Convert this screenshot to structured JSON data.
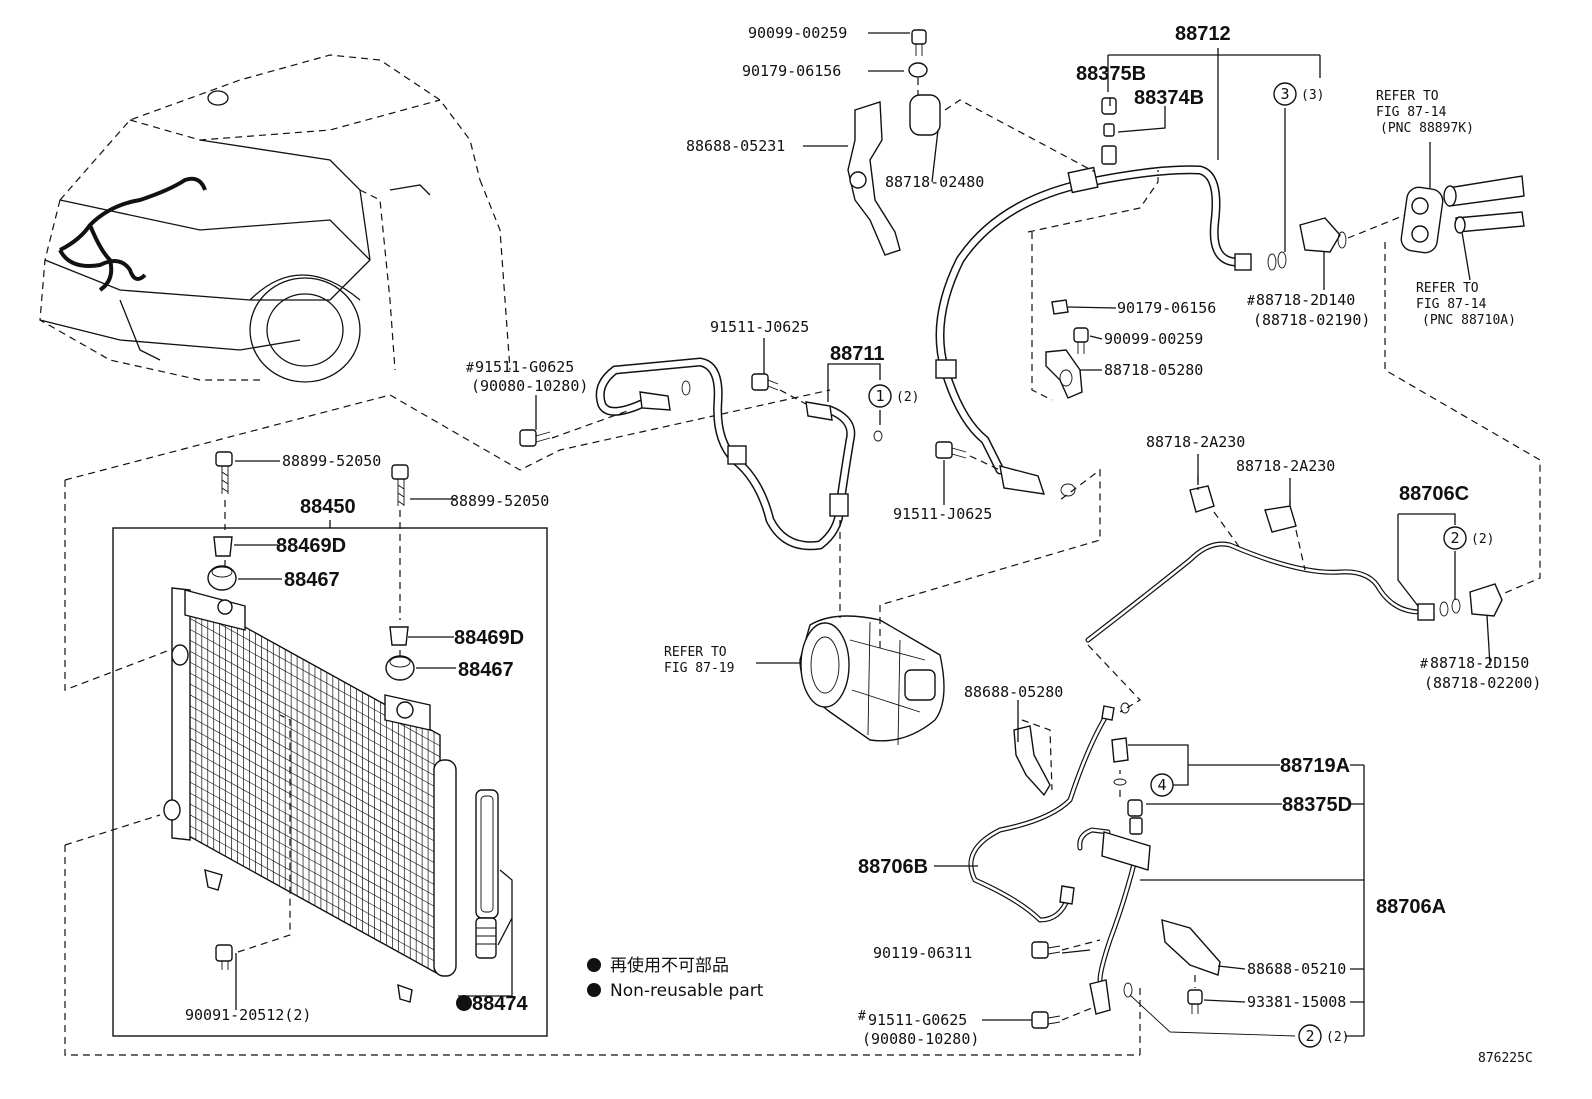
{
  "diagram_id": "876225C",
  "legend": {
    "line_jp": "再使用不可部品",
    "line_en": "Non-reusable part"
  },
  "callouts": {
    "c1": "1",
    "c1_qty": "(2)",
    "c2": "2",
    "c2_qty": "(2)",
    "c3": "3",
    "c3_qty": "(3)",
    "c4": "4"
  },
  "refs": {
    "ref_87_14_a": [
      "REFER TO",
      "FIG 87-14",
      "(PNC 88897K)"
    ],
    "ref_87_14_b": [
      "REFER TO",
      "FIG 87-14",
      "(PNC 88710A)"
    ],
    "ref_87_19": [
      "REFER TO",
      "FIG 87-19"
    ]
  },
  "parts": {
    "p_90099_top": "90099-00259",
    "p_90179_top": "90179-06156",
    "p_88688_05231": "88688-05231",
    "p_88718_02480": "88718-02480",
    "p_88712": "88712",
    "p_88375B": "88375B",
    "p_88374B": "88374B",
    "p_88718_2D140": "88718-2D140",
    "p_88718_02190": "(88718-02190)",
    "p_90179_mid": "90179-06156",
    "p_90099_mid": "90099-00259",
    "p_88718_05280": "88718-05280",
    "p_91511_J0625_a": "91511-J0625",
    "p_88711": "88711",
    "p_91511_G0625_a": "91511-G0625",
    "p_90080_10280_a": "(90080-10280)",
    "p_91511_J0625_b": "91511-J0625",
    "p_88718_2A230_a": "88718-2A230",
    "p_88718_2A230_b": "88718-2A230",
    "p_88706C": "88706C",
    "p_88718_2D150": "88718-2D150",
    "p_88718_02200": "(88718-02200)",
    "p_88899_a": "88899-52050",
    "p_88899_b": "88899-52050",
    "p_88450": "88450",
    "p_88469D_a": "88469D",
    "p_88467_a": "88467",
    "p_88469D_b": "88469D",
    "p_88467_b": "88467",
    "p_88688_05280": "88688-05280",
    "p_88719A": "88719A",
    "p_88375D": "88375D",
    "p_88706B": "88706B",
    "p_88706A": "88706A",
    "p_90119_06311": "90119-06311",
    "p_88688_05210": "88688-05210",
    "p_93381_15008": "93381-15008",
    "p_91511_G0625_b": "91511-G0625",
    "p_90080_10280_b": "(90080-10280)",
    "p_90091_20512": "90091-20512(2)",
    "p_88474": "88474",
    "hash_mark": "#"
  }
}
